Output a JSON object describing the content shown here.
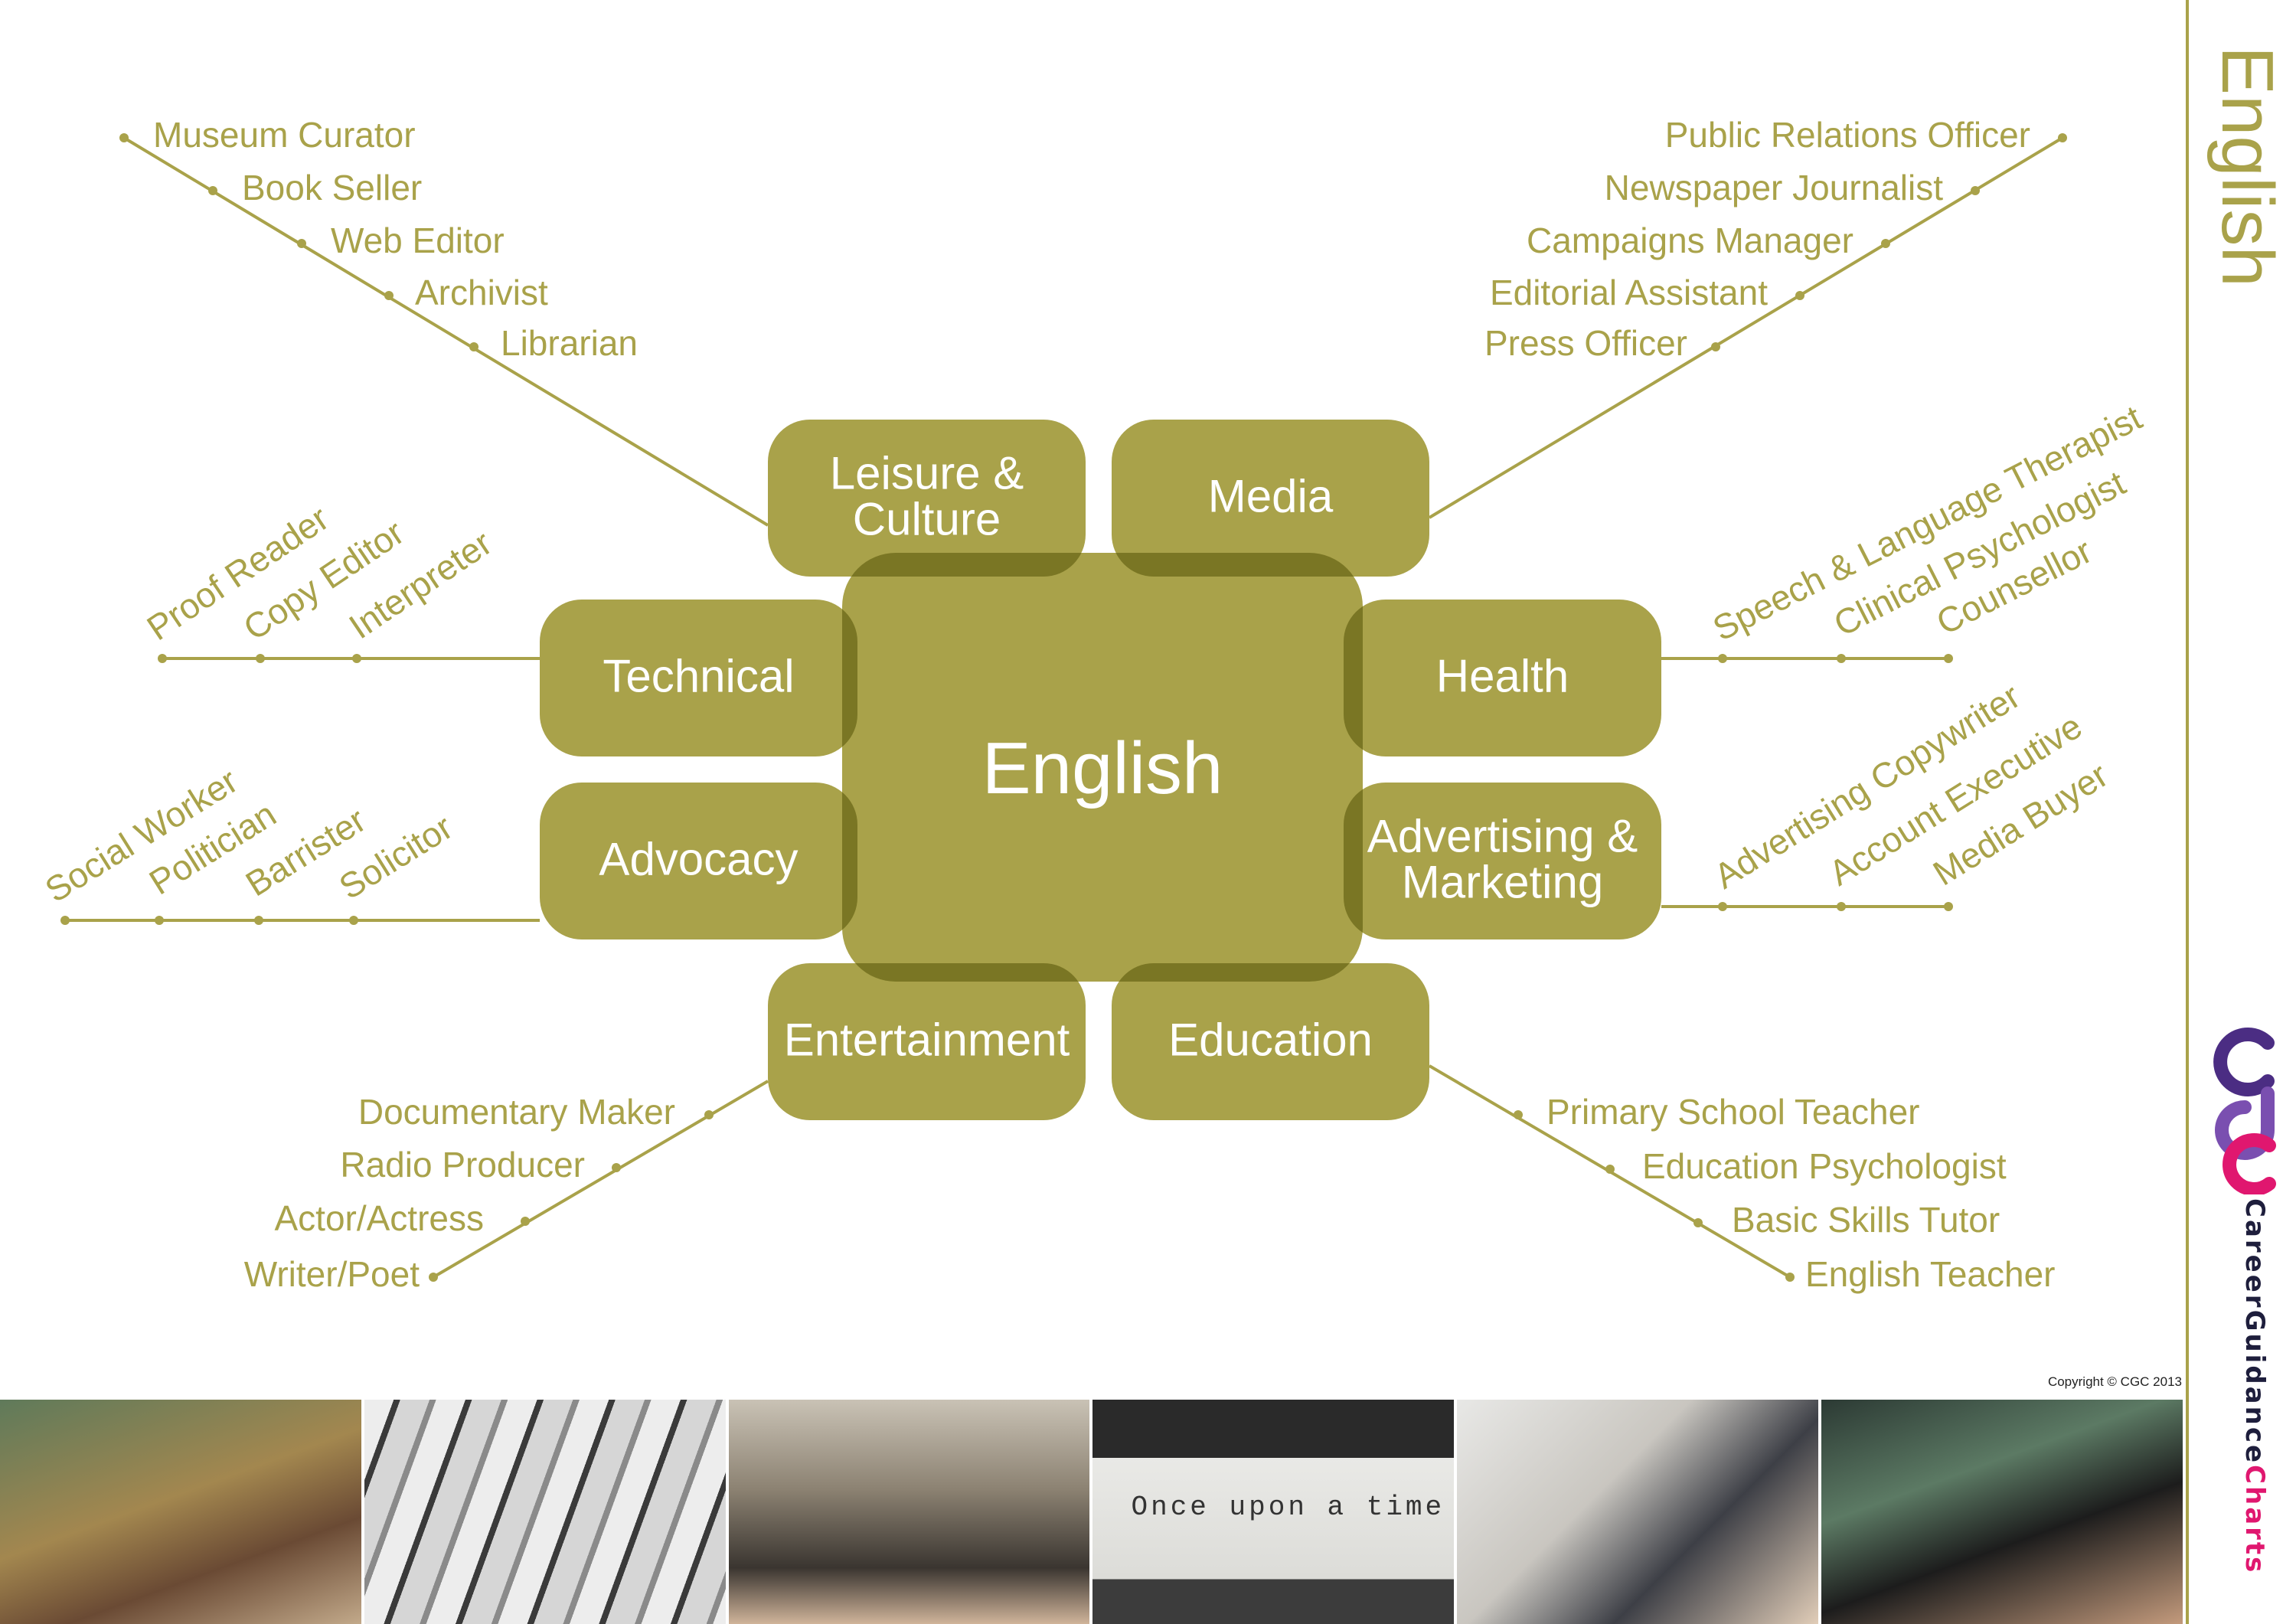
{
  "side_title": "English",
  "brand": {
    "logo_text": "cgc",
    "name_part1": "Career",
    "name_part2": "Guidance",
    "name_part3": "Charts"
  },
  "copyright": "Copyright © CGC 2013",
  "colors": {
    "olive": "#a9a24a",
    "olive_overlap": "#7a7624",
    "label_text": "#a9a24a",
    "box_text": "#ffffff",
    "logo_purple": "#4b2d83",
    "logo_pink": "#e0176f"
  },
  "center": {
    "label": "English"
  },
  "categories": [
    {
      "id": "leisure-culture",
      "lines": [
        "Leisure &",
        "Culture"
      ],
      "careers": [
        "Museum Curator",
        "Book Seller",
        "Web Editor",
        "Archivist",
        "Librarian"
      ]
    },
    {
      "id": "media",
      "lines": [
        "Media"
      ],
      "careers": [
        "Public Relations Officer",
        "Newspaper Journalist",
        "Campaigns Manager",
        "Editorial Assistant",
        "Press Officer"
      ]
    },
    {
      "id": "technical",
      "lines": [
        "Technical"
      ],
      "careers": [
        "Proof Reader",
        "Copy Editor",
        "Interpreter"
      ]
    },
    {
      "id": "health",
      "lines": [
        "Health"
      ],
      "careers": [
        "Speech & Language Therapist",
        "Clinical Psychologist",
        "Counsellor"
      ]
    },
    {
      "id": "advocacy",
      "lines": [
        "Advocacy"
      ],
      "careers": [
        "Social Worker",
        "Politician",
        "Barrister",
        "Solicitor"
      ]
    },
    {
      "id": "advertising-marketing",
      "lines": [
        "Advertising &",
        "Marketing"
      ],
      "careers": [
        "Advertising Copywriter",
        "Account Executive",
        "Media Buyer"
      ]
    },
    {
      "id": "entertainment",
      "lines": [
        "Entertainment"
      ],
      "careers": [
        "Documentary Maker",
        "Radio Producer",
        "Actor/Actress",
        "Writer/Poet"
      ]
    },
    {
      "id": "education",
      "lines": [
        "Education"
      ],
      "careers": [
        "Primary School Teacher",
        "Education Psychologist",
        "Basic Skills Tutor",
        "English Teacher"
      ]
    }
  ],
  "photos": [
    {
      "id": "classroom"
    },
    {
      "id": "newspapers"
    },
    {
      "id": "press-microphones"
    },
    {
      "id": "typewriter",
      "caption": "Once upon a time"
    },
    {
      "id": "counselling"
    },
    {
      "id": "radio-studio"
    }
  ]
}
